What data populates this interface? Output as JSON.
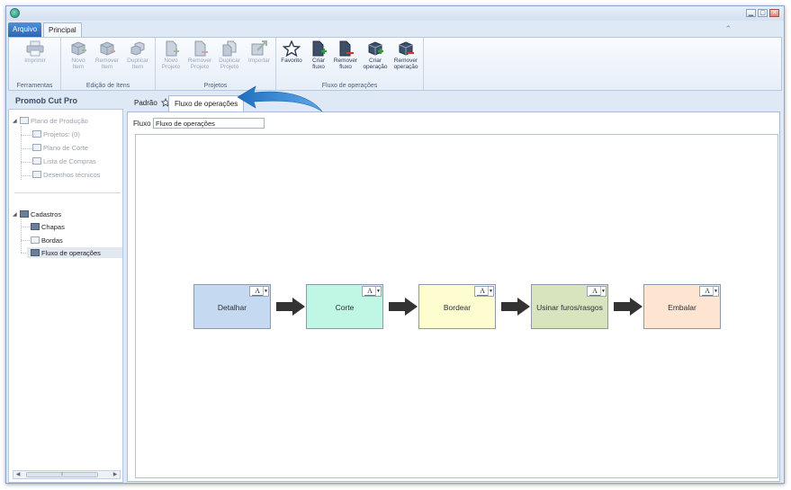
{
  "window": {
    "controls": {
      "minimize": "▁",
      "restore": "▢",
      "close": "✕"
    }
  },
  "ribbon_tabs": {
    "file": "Arquivo",
    "main": "Principal"
  },
  "ribbon": {
    "groups": [
      {
        "label": "Ferramentas",
        "buttons": [
          {
            "label": "Imprimir",
            "icon": "printer-icon",
            "enabled": false
          }
        ]
      },
      {
        "label": "Edição de Itens",
        "buttons": [
          {
            "label": "Novo\nItem",
            "icon": "new-item-icon",
            "enabled": false
          },
          {
            "label": "Remover\nItem",
            "icon": "remove-item-icon",
            "enabled": false
          },
          {
            "label": "Duplicar\nItem",
            "icon": "duplicate-item-icon",
            "enabled": false
          }
        ]
      },
      {
        "label": "Projetos",
        "buttons": [
          {
            "label": "Novo\nProjeto",
            "icon": "new-project-icon",
            "enabled": false
          },
          {
            "label": "Remover\nProjeto",
            "icon": "remove-project-icon",
            "enabled": false
          },
          {
            "label": "Duplicar\nProjeto",
            "icon": "duplicate-project-icon",
            "enabled": false
          },
          {
            "label": "Importar",
            "icon": "import-icon",
            "enabled": false
          }
        ]
      },
      {
        "label": "Fluxo de operações",
        "buttons": [
          {
            "label": "Favorito",
            "icon": "star-icon",
            "enabled": true
          },
          {
            "label": "Criar\nfluxo",
            "icon": "create-flow-icon",
            "enabled": true
          },
          {
            "label": "Remover\nfluxo",
            "icon": "remove-flow-icon",
            "enabled": true
          },
          {
            "label": "Criar\noperação",
            "icon": "create-operation-icon",
            "enabled": true
          },
          {
            "label": "Remover\noperação",
            "icon": "remove-operation-icon",
            "enabled": true
          }
        ]
      }
    ]
  },
  "sidebar": {
    "title": "Promob Cut Pro",
    "production": {
      "root": "Plano de Produção",
      "children": [
        "Projetos: (0)",
        "Plano de Corte",
        "Lista de Compras",
        "Desenhos técnicos"
      ]
    },
    "registry": {
      "root": "Cadastros",
      "children": [
        "Chapas",
        "Bordas",
        "Fluxo de operações"
      ],
      "selected": "Fluxo de operações"
    },
    "scroll_thumb": "⦀"
  },
  "doc_tabs": {
    "padrao": "Padrão",
    "fluxo": "Fluxo de operações"
  },
  "flow": {
    "label": "Fluxo",
    "value": "Fluxo de operações",
    "operations": [
      {
        "name": "Detalhar",
        "color": "#c5d9f1"
      },
      {
        "name": "Corte",
        "color": "#c0f7e4"
      },
      {
        "name": "Bordear",
        "color": "#fdfdd0"
      },
      {
        "name": "Usinar furos/rasgos",
        "color": "#d7e4bd"
      },
      {
        "name": "Embalar",
        "color": "#fde5d2"
      }
    ],
    "font_control": {
      "glyph": "A",
      "dropdown": "▼"
    }
  },
  "colors": {
    "accent": "#2b66b4",
    "flow_arrow": "#333333",
    "callout_arrow": "#1f6fc0"
  }
}
